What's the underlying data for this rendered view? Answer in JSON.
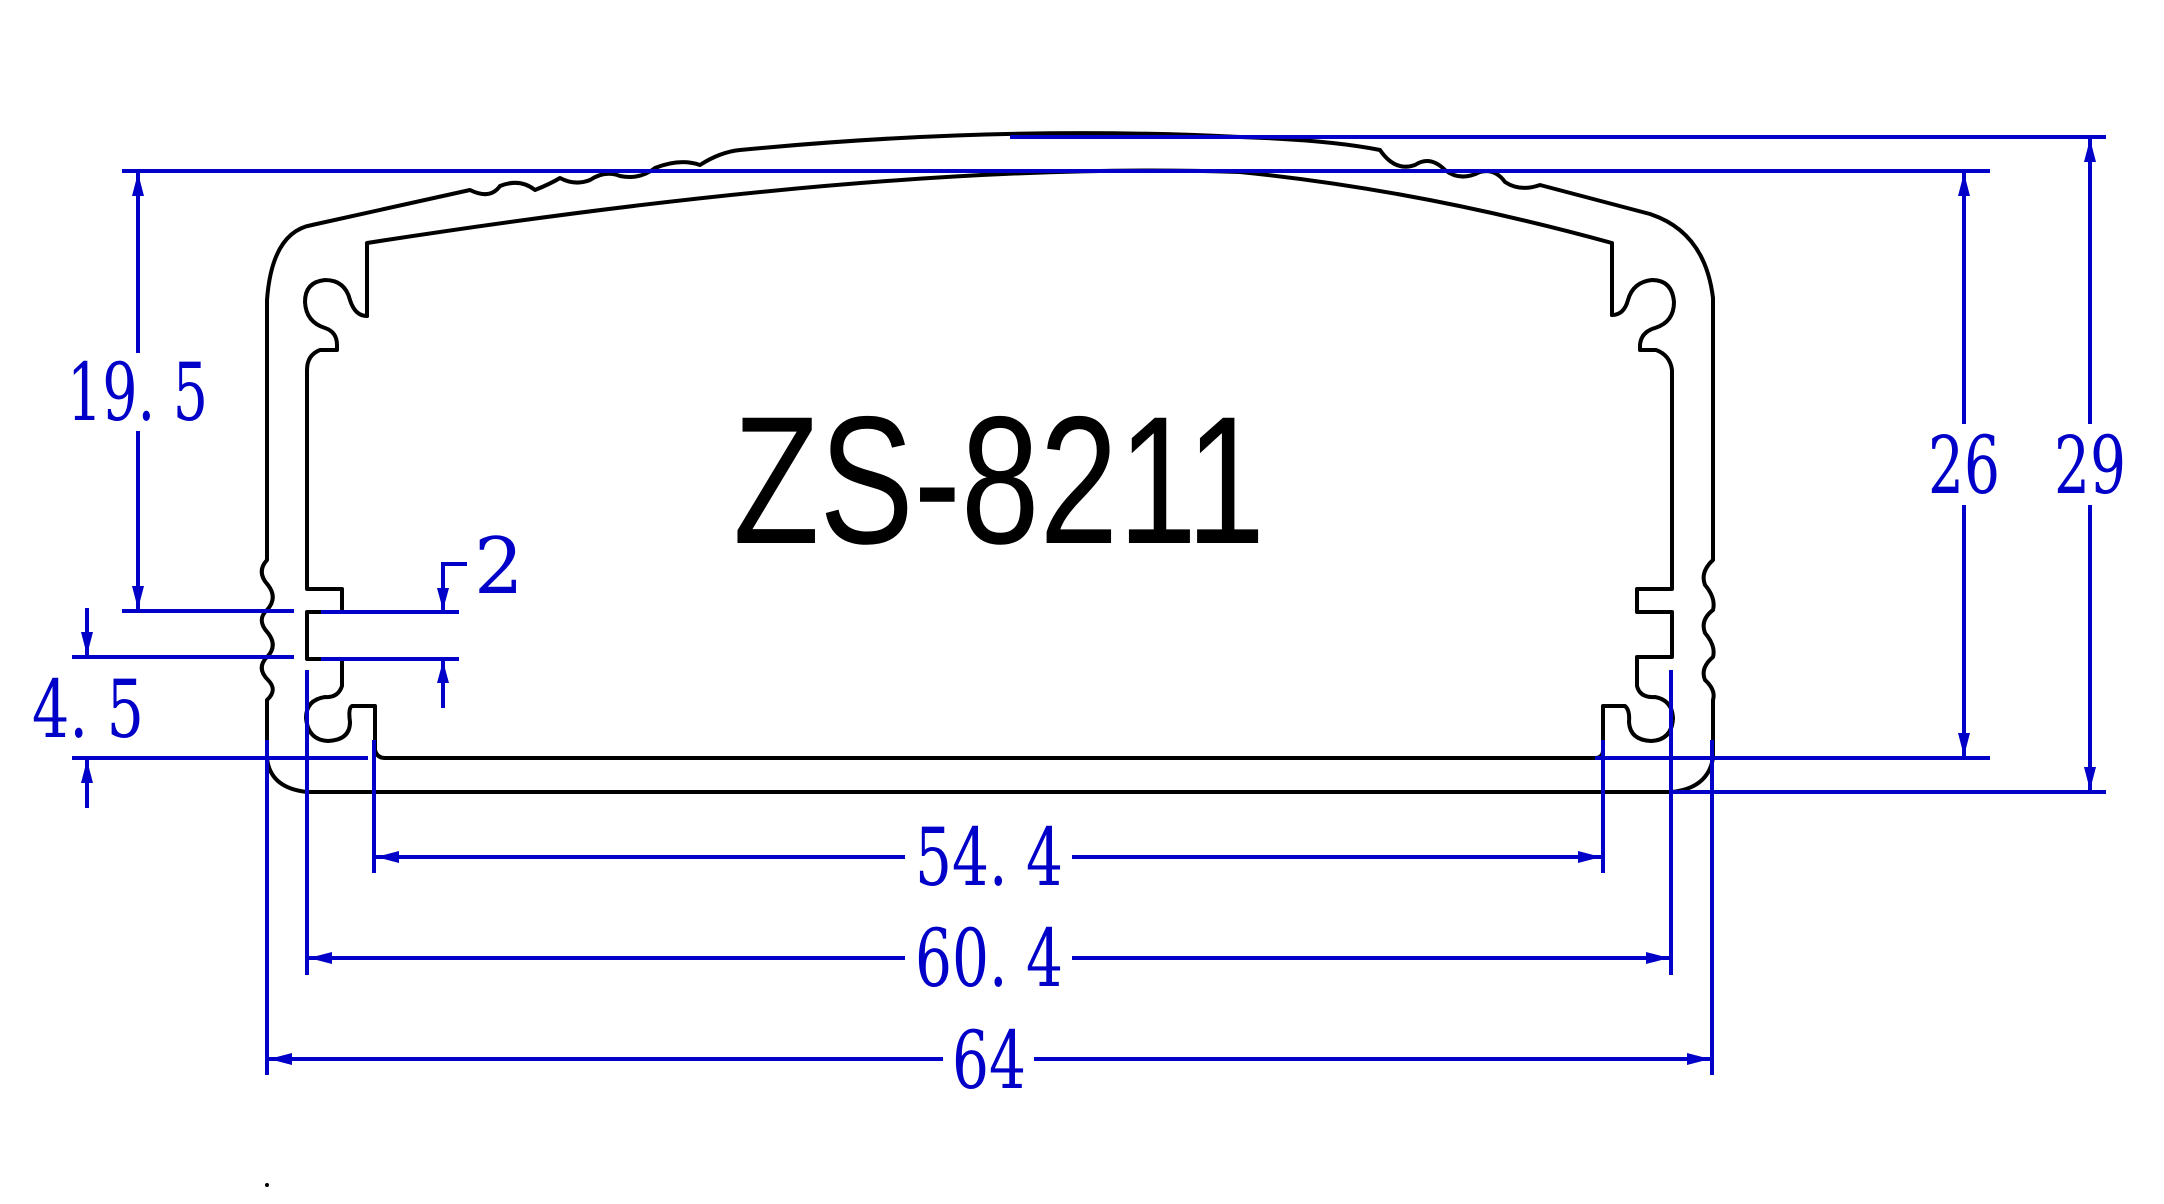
{
  "drawing": {
    "model_name": "ZS-8211",
    "units": "mm",
    "colors": {
      "profile_line": "#000000",
      "dimension_line": "#0000c8",
      "background": "#ffffff"
    }
  },
  "dimensions": {
    "overall_width": {
      "label": "64",
      "value": 64
    },
    "inner_width": {
      "label": "60. 4",
      "value": 60.4
    },
    "floor_opening_width": {
      "label": "54. 4",
      "value": 54.4
    },
    "overall_height": {
      "label": "29",
      "value": 29
    },
    "inner_height": {
      "label": "26",
      "value": 26
    },
    "slot_height_from_top": {
      "label": "19. 5",
      "value": 19.5
    },
    "slot_width": {
      "label": "2",
      "value": 2
    },
    "slot_height_from_floor": {
      "label": "4. 5",
      "value": 4.5
    }
  }
}
